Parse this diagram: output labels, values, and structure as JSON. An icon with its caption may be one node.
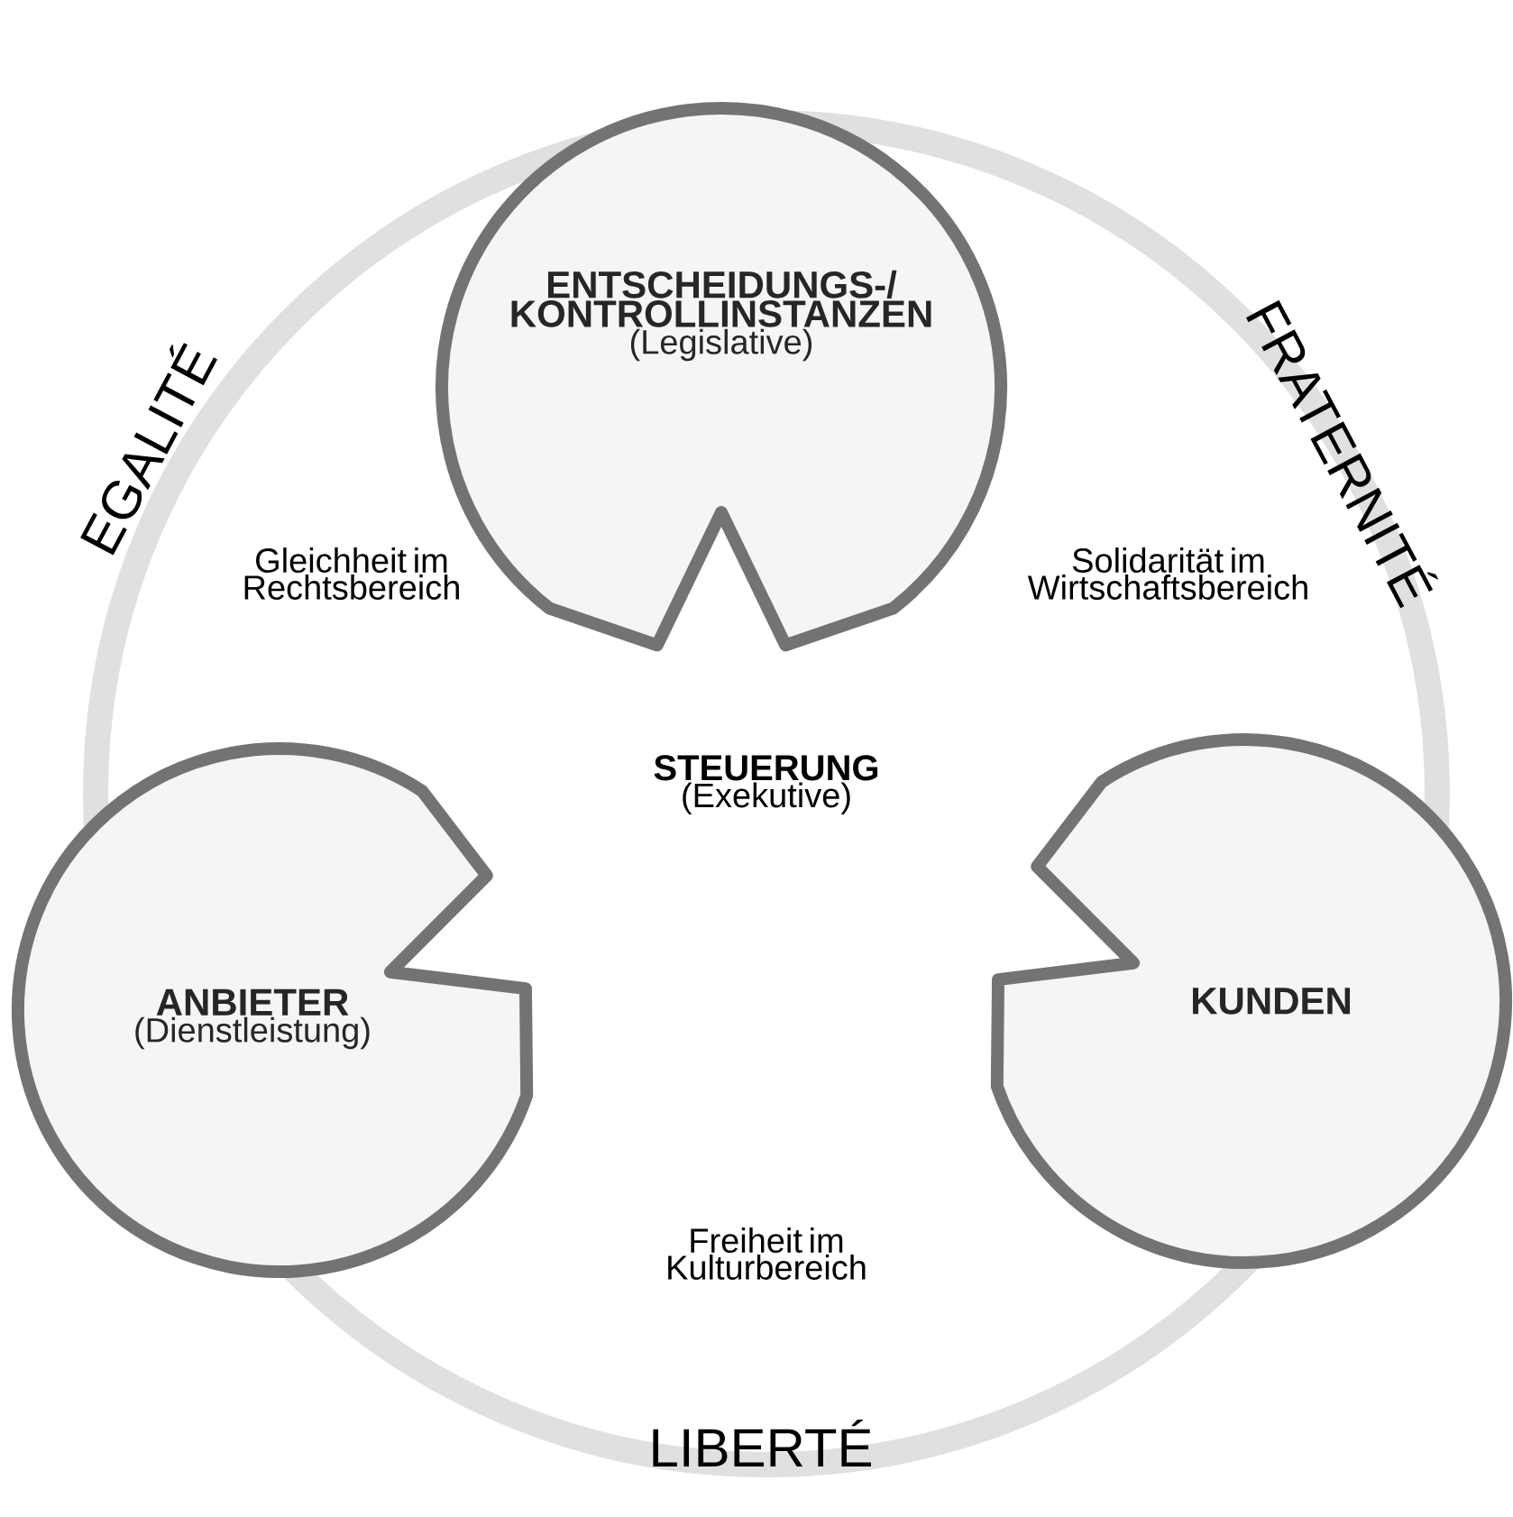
{
  "diagram": {
    "nodes": [
      {
        "text": [
          "ENTSCHEIDUNGS-/ KONTROLLINSTANZEN",
          "(Legislative)"
        ]
      },
      {
        "text": [
          "ANBIETER",
          "(Dienstleistung)"
        ]
      },
      {
        "text": [
          "KUNDEN"
        ]
      },
      {
        "text": [
          "STEUERUNG",
          "(Exekutive)"
        ]
      }
    ],
    "labels": [
      "EGALITÉ",
      "FRATERNITÉ",
      "Gleichheit im Rechtsbereich",
      "Solidarität im Wirtschaftsbereich",
      "Freiheit im Kulturbereich",
      "LIBERTÉ"
    ]
  }
}
